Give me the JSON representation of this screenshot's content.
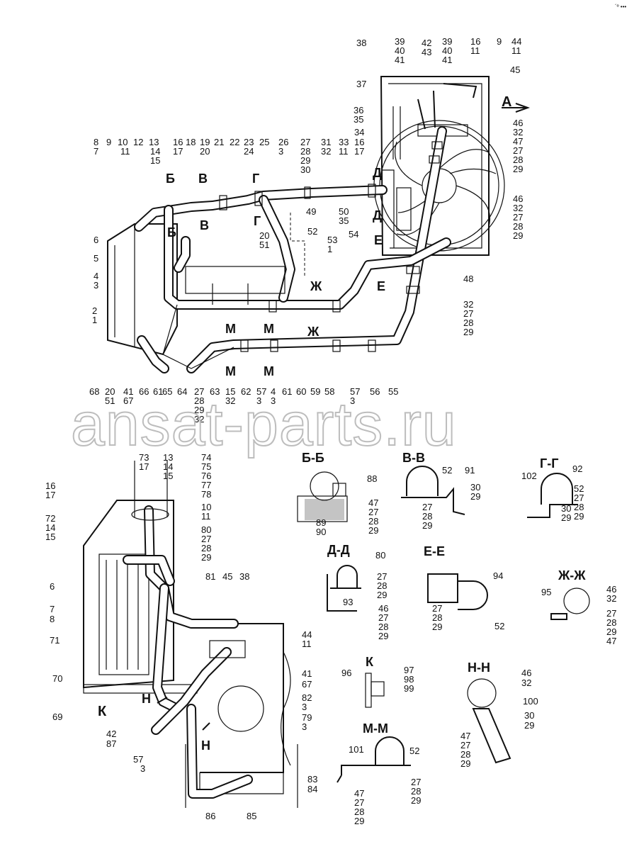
{
  "corner_mark": "´º •••",
  "watermark": "ansat-parts.ru",
  "view_letters": {
    "A": "A",
    "B": "Б",
    "V": "В",
    "G": "Г",
    "D": "Д",
    "E": "Е",
    "Zh": "Ж",
    "M": "М",
    "K": "К",
    "N": "Н"
  },
  "section_titles": {
    "bb": "Б-Б",
    "vv": "В-В",
    "gg": "Г-Г",
    "dd": "Д-Д",
    "ee": "Е-Е",
    "zhzh": "Ж-Ж",
    "k": "К",
    "nn": "Н-Н",
    "mm": "М-М"
  },
  "callouts_main": [
    {
      "t": "38"
    },
    {
      "t": "39"
    },
    {
      "t": "40"
    },
    {
      "t": "41"
    },
    {
      "t": "42"
    },
    {
      "t": "43"
    },
    {
      "t": "39"
    },
    {
      "t": "40"
    },
    {
      "t": "41"
    },
    {
      "t": "16"
    },
    {
      "t": "11"
    },
    {
      "t": "9"
    },
    {
      "t": "44"
    },
    {
      "t": "11"
    },
    {
      "t": "45"
    },
    {
      "t": "37"
    },
    {
      "t": "36"
    },
    {
      "t": "35"
    },
    {
      "t": "34"
    },
    {
      "t": "46"
    },
    {
      "t": "32"
    },
    {
      "t": "47"
    },
    {
      "t": "27"
    },
    {
      "t": "28"
    },
    {
      "t": "29"
    },
    {
      "t": "8"
    },
    {
      "t": "7"
    },
    {
      "t": "9"
    },
    {
      "t": "10"
    },
    {
      "t": "11"
    },
    {
      "t": "12"
    },
    {
      "t": "13"
    },
    {
      "t": "14"
    },
    {
      "t": "15"
    },
    {
      "t": "16"
    },
    {
      "t": "17"
    },
    {
      "t": "18"
    },
    {
      "t": "19"
    },
    {
      "t": "20"
    },
    {
      "t": "21"
    },
    {
      "t": "22"
    },
    {
      "t": "23"
    },
    {
      "t": "24"
    },
    {
      "t": "25"
    },
    {
      "t": "26"
    },
    {
      "t": "3"
    },
    {
      "t": "27"
    },
    {
      "t": "28"
    },
    {
      "t": "29"
    },
    {
      "t": "30"
    },
    {
      "t": "31"
    },
    {
      "t": "32"
    },
    {
      "t": "33"
    },
    {
      "t": "11"
    },
    {
      "t": "16"
    },
    {
      "t": "17"
    },
    {
      "t": "49"
    },
    {
      "t": "50"
    },
    {
      "t": "35"
    },
    {
      "t": "46"
    },
    {
      "t": "32"
    },
    {
      "t": "27"
    },
    {
      "t": "28"
    },
    {
      "t": "29"
    },
    {
      "t": "6"
    },
    {
      "t": "5"
    },
    {
      "t": "4"
    },
    {
      "t": "3"
    },
    {
      "t": "20"
    },
    {
      "t": "51"
    },
    {
      "t": "52"
    },
    {
      "t": "53"
    },
    {
      "t": "1"
    },
    {
      "t": "54"
    },
    {
      "t": "48"
    },
    {
      "t": "2"
    },
    {
      "t": "1"
    },
    {
      "t": "32"
    },
    {
      "t": "27"
    },
    {
      "t": "28"
    },
    {
      "t": "29"
    },
    {
      "t": "68"
    },
    {
      "t": "20"
    },
    {
      "t": "51"
    },
    {
      "t": "41"
    },
    {
      "t": "67"
    },
    {
      "t": "66"
    },
    {
      "t": "61"
    },
    {
      "t": "65"
    },
    {
      "t": "64"
    },
    {
      "t": "27"
    },
    {
      "t": "28"
    },
    {
      "t": "29"
    },
    {
      "t": "32"
    },
    {
      "t": "63"
    },
    {
      "t": "15"
    },
    {
      "t": "32"
    },
    {
      "t": "62"
    },
    {
      "t": "57"
    },
    {
      "t": "3"
    },
    {
      "t": "4"
    },
    {
      "t": "3"
    },
    {
      "t": "61"
    },
    {
      "t": "60"
    },
    {
      "t": "59"
    },
    {
      "t": "58"
    },
    {
      "t": "57"
    },
    {
      "t": "3"
    },
    {
      "t": "56"
    },
    {
      "t": "55"
    }
  ],
  "callouts_k": [
    {
      "t": "73"
    },
    {
      "t": "17"
    },
    {
      "t": "13"
    },
    {
      "t": "14"
    },
    {
      "t": "15"
    },
    {
      "t": "74"
    },
    {
      "t": "75"
    },
    {
      "t": "76"
    },
    {
      "t": "77"
    },
    {
      "t": "78"
    },
    {
      "t": "16"
    },
    {
      "t": "17"
    },
    {
      "t": "72"
    },
    {
      "t": "14"
    },
    {
      "t": "15"
    },
    {
      "t": "10"
    },
    {
      "t": "11"
    },
    {
      "t": "80"
    },
    {
      "t": "27"
    },
    {
      "t": "28"
    },
    {
      "t": "29"
    },
    {
      "t": "81"
    },
    {
      "t": "45"
    },
    {
      "t": "38"
    },
    {
      "t": "6"
    },
    {
      "t": "7"
    },
    {
      "t": "8"
    },
    {
      "t": "71"
    },
    {
      "t": "70"
    },
    {
      "t": "44"
    },
    {
      "t": "11"
    },
    {
      "t": "41"
    },
    {
      "t": "67"
    },
    {
      "t": "82"
    },
    {
      "t": "3"
    },
    {
      "t": "69"
    },
    {
      "t": "79"
    },
    {
      "t": "3"
    },
    {
      "t": "42"
    },
    {
      "t": "87"
    },
    {
      "t": "57"
    },
    {
      "t": "3"
    },
    {
      "t": "83"
    },
    {
      "t": "84"
    },
    {
      "t": "86"
    },
    {
      "t": "85"
    }
  ],
  "callouts_sections": [
    {
      "t": "88"
    },
    {
      "t": "47"
    },
    {
      "t": "27"
    },
    {
      "t": "28"
    },
    {
      "t": "29"
    },
    {
      "t": "89"
    },
    {
      "t": "90"
    },
    {
      "t": "52"
    },
    {
      "t": "91"
    },
    {
      "t": "30"
    },
    {
      "t": "29"
    },
    {
      "t": "27"
    },
    {
      "t": "28"
    },
    {
      "t": "29"
    },
    {
      "t": "92"
    },
    {
      "t": "102"
    },
    {
      "t": "52"
    },
    {
      "t": "27"
    },
    {
      "t": "28"
    },
    {
      "t": "29"
    },
    {
      "t": "30"
    },
    {
      "t": "29"
    },
    {
      "t": "80"
    },
    {
      "t": "27"
    },
    {
      "t": "28"
    },
    {
      "t": "29"
    },
    {
      "t": "93"
    },
    {
      "t": "46"
    },
    {
      "t": "27"
    },
    {
      "t": "28"
    },
    {
      "t": "29"
    },
    {
      "t": "94"
    },
    {
      "t": "27"
    },
    {
      "t": "28"
    },
    {
      "t": "29"
    },
    {
      "t": "52"
    },
    {
      "t": "95"
    },
    {
      "t": "46"
    },
    {
      "t": "32"
    },
    {
      "t": "27"
    },
    {
      "t": "28"
    },
    {
      "t": "29"
    },
    {
      "t": "47"
    },
    {
      "t": "96"
    },
    {
      "t": "97"
    },
    {
      "t": "98"
    },
    {
      "t": "99"
    },
    {
      "t": "46"
    },
    {
      "t": "32"
    },
    {
      "t": "100"
    },
    {
      "t": "30"
    },
    {
      "t": "29"
    },
    {
      "t": "47"
    },
    {
      "t": "27"
    },
    {
      "t": "28"
    },
    {
      "t": "29"
    },
    {
      "t": "101"
    },
    {
      "t": "52"
    },
    {
      "t": "47"
    },
    {
      "t": "27"
    },
    {
      "t": "28"
    },
    {
      "t": "29"
    },
    {
      "t": "27"
    },
    {
      "t": "28"
    },
    {
      "t": "29"
    }
  ]
}
